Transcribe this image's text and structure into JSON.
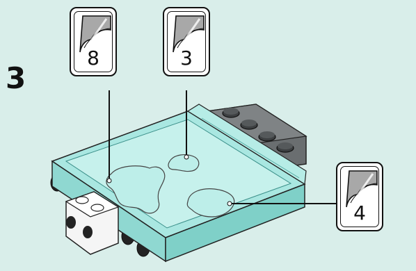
{
  "step": {
    "number": "3"
  },
  "callouts": [
    {
      "id": "callout-8",
      "quantity": "8",
      "icon": "transparent-tile-icon"
    },
    {
      "id": "callout-3",
      "quantity": "3",
      "icon": "transparent-tile-icon"
    },
    {
      "id": "callout-4",
      "quantity": "4",
      "icon": "transparent-tile-icon"
    }
  ],
  "colors": {
    "background": "#d9eeea",
    "trans_light_blue": "#9fe3dd",
    "dark_gray_brick": "#5b5f60",
    "white_brick": "#f2f2f2",
    "black_stud": "#222222"
  }
}
